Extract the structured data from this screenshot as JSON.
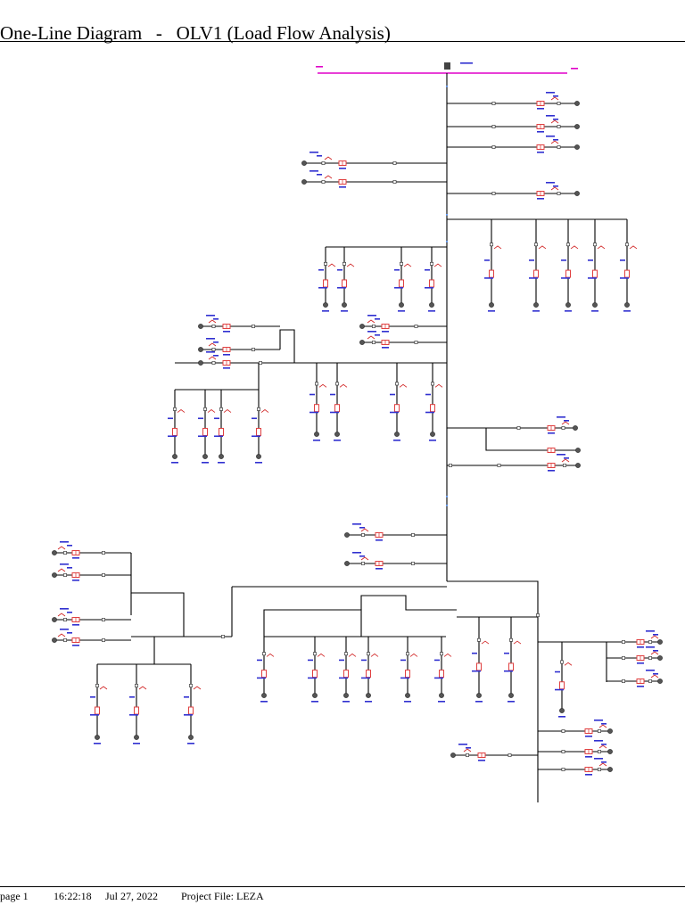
{
  "header": {
    "title": "One-Line Diagram   -   OLV1 (Load Flow Analysis)"
  },
  "footer": {
    "page": "page 1",
    "time": "16:22:18",
    "date": "Jul 27, 2022",
    "project": "Project File: LEZA"
  },
  "colors": {
    "line": "#000000",
    "source_bus": "#e000c8",
    "label": "#3030d0",
    "flow": "#d02020",
    "transformer": "#e04040",
    "motor": "#555555"
  }
}
